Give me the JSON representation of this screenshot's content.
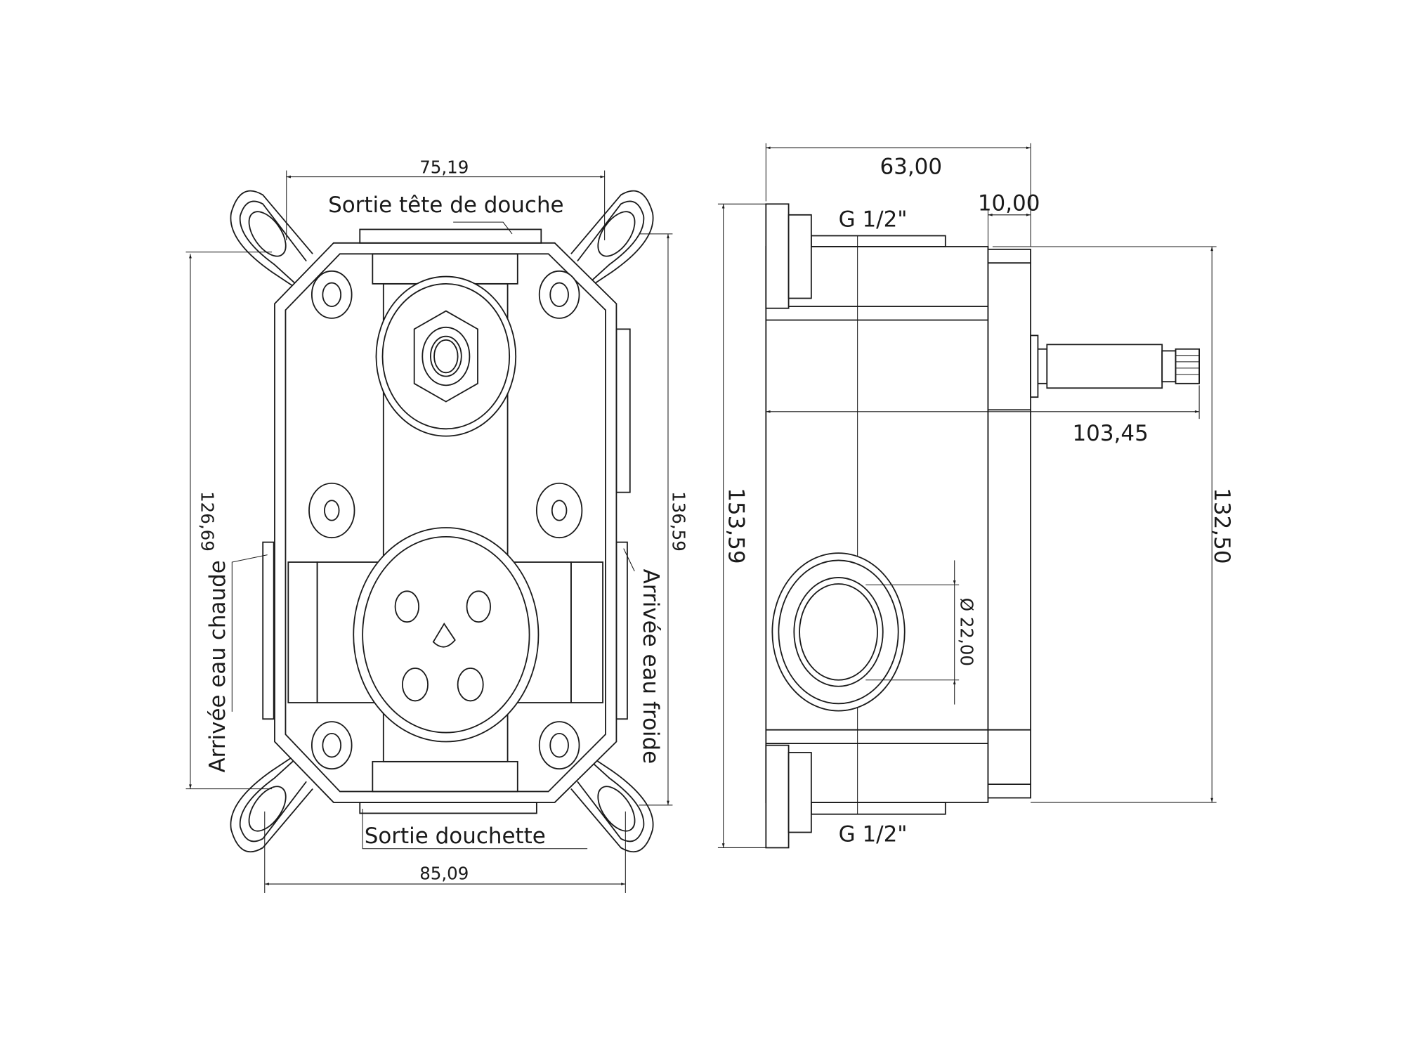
{
  "front_view": {
    "dim_top_width": "75,19",
    "label_top_outlet": "Sortie tête de douche",
    "dim_left_height": "126,69",
    "dim_right_height": "136,59",
    "label_hot_inlet": "Arrivée eau chaude",
    "label_cold_inlet": "Arrivée eau froide",
    "label_bottom_outlet": "Sortie douchette",
    "dim_bottom_width": "85,09"
  },
  "side_view": {
    "dim_depth": "63,00",
    "dim_plate": "10,00",
    "thread_top": "G 1/2\"",
    "thread_bottom": "G 1/2\"",
    "dim_total_depth": "103,45",
    "dim_total_height": "153,59",
    "dim_body_height": "132,50",
    "dim_diameter": "Ø 22,00"
  }
}
